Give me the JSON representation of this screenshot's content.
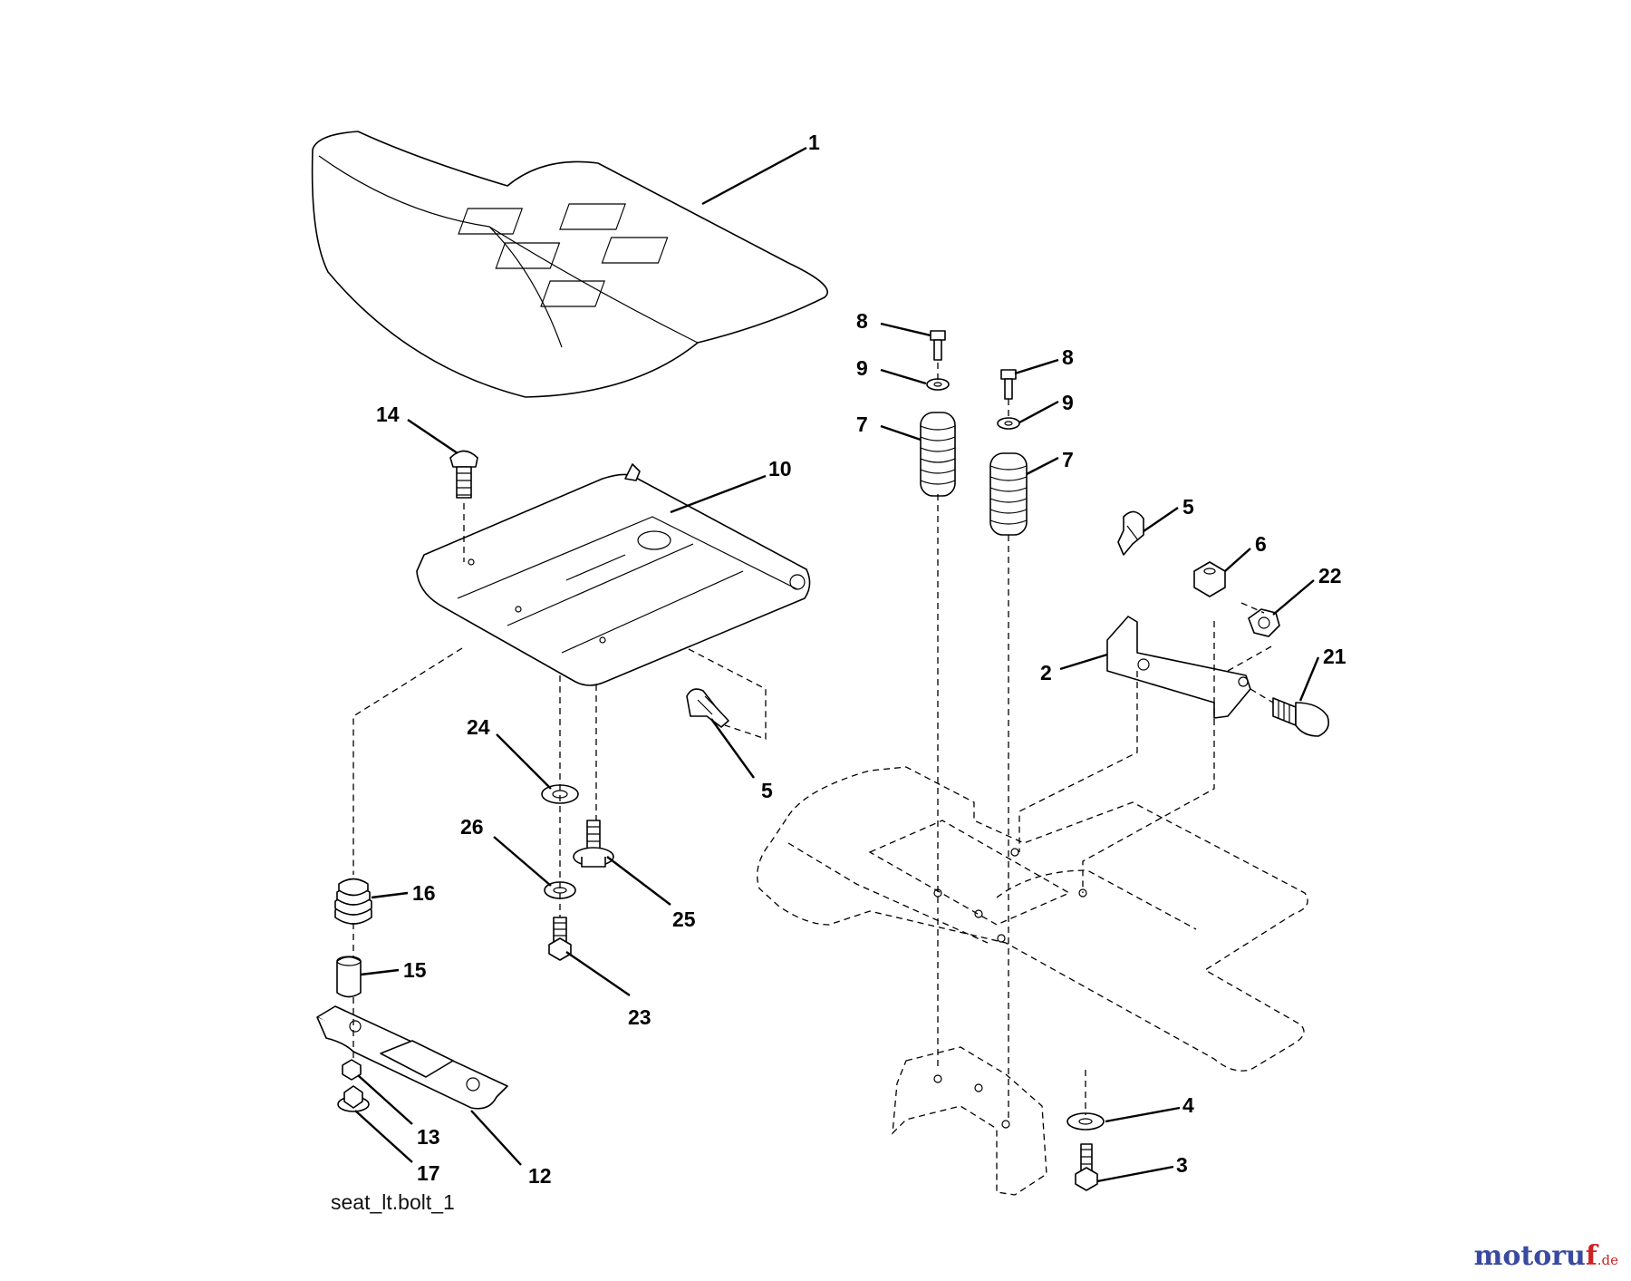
{
  "diagram": {
    "caption": "seat_lt.bolt_1",
    "watermark": {
      "main": "motoru",
      "accent": "f",
      "tld": ".de"
    },
    "callouts": [
      {
        "id": "c1",
        "label": "1"
      },
      {
        "id": "c14",
        "label": "14"
      },
      {
        "id": "c10",
        "label": "10"
      },
      {
        "id": "c8a",
        "label": "8"
      },
      {
        "id": "c9a",
        "label": "9"
      },
      {
        "id": "c7a",
        "label": "7"
      },
      {
        "id": "c8b",
        "label": "8"
      },
      {
        "id": "c9b",
        "label": "9"
      },
      {
        "id": "c7b",
        "label": "7"
      },
      {
        "id": "c5a",
        "label": "5"
      },
      {
        "id": "c6",
        "label": "6"
      },
      {
        "id": "c22",
        "label": "22"
      },
      {
        "id": "c2",
        "label": "2"
      },
      {
        "id": "c21",
        "label": "21"
      },
      {
        "id": "c5b",
        "label": "5"
      },
      {
        "id": "c24",
        "label": "24"
      },
      {
        "id": "c26",
        "label": "26"
      },
      {
        "id": "c25",
        "label": "25"
      },
      {
        "id": "c16",
        "label": "16"
      },
      {
        "id": "c15",
        "label": "15"
      },
      {
        "id": "c23",
        "label": "23"
      },
      {
        "id": "c13",
        "label": "13"
      },
      {
        "id": "c17",
        "label": "17"
      },
      {
        "id": "c12",
        "label": "12"
      },
      {
        "id": "c4",
        "label": "4"
      },
      {
        "id": "c3",
        "label": "3"
      }
    ]
  }
}
